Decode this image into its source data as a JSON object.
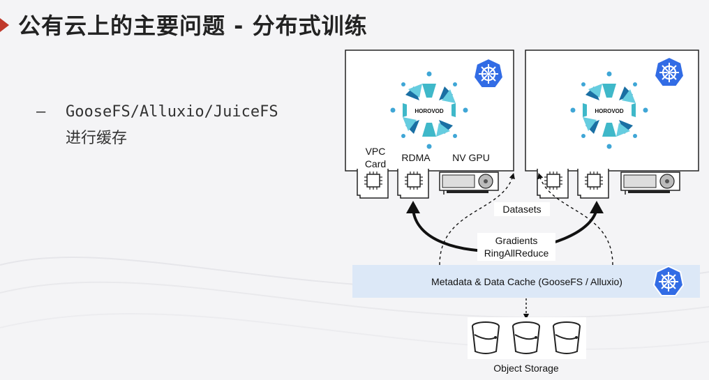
{
  "title": "公有云上的主要问题 - 分布式训练",
  "bullet": {
    "dash": "–",
    "line1": "GooseFS/Alluxio/JuiceFS",
    "line2": "进行缓存"
  },
  "diagram": {
    "horovod_label": "HOROVOD",
    "card_labels": {
      "vpc_line1": "VPC",
      "vpc_line2": "Card",
      "rdma": "RDMA",
      "gpu": "NV GPU"
    },
    "datasets": "Datasets",
    "gradients": "Gradients",
    "ringallreduce": "RingAllReduce",
    "cache_bar": "Metadata & Data Cache (GooseFS / Alluxio)",
    "object_storage": "Object Storage"
  },
  "colors": {
    "title_marker": "#c0392b",
    "k8s_blue": "#326ce5",
    "horovod_dark": "#1a6fa3",
    "horovod_teal": "#3fb8c9",
    "cache_bar": "#dce8f7"
  },
  "icons": [
    "kubernetes-icon",
    "horovod-logo",
    "network-card-icon",
    "gpu-card-icon",
    "bucket-icon"
  ]
}
